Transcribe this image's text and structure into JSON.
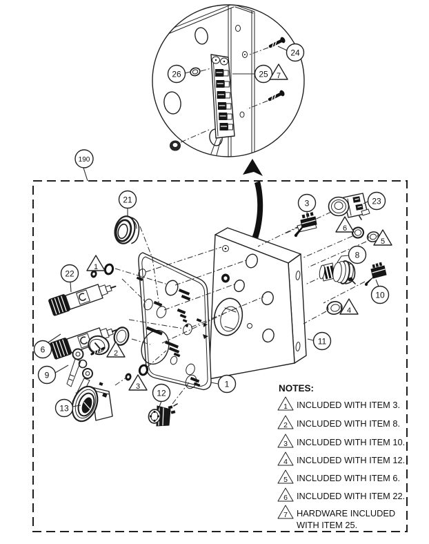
{
  "figure": {
    "type": "exploded-parts-diagram",
    "background": "#ffffff",
    "line_color": "#1f1f1f"
  },
  "callouts": {
    "c1": "1",
    "c3": "3",
    "c6": "6",
    "c8": "8",
    "c9": "9",
    "c10": "10",
    "c11": "11",
    "c12": "12",
    "c13": "13",
    "c21": "21",
    "c22": "22",
    "c23": "23",
    "c24": "24",
    "c25": "25",
    "c26": "26",
    "c190": "190"
  },
  "flags": {
    "t1": "1",
    "t2": "2",
    "t3": "3",
    "t4": "4",
    "t5": "5",
    "t6": "6",
    "t7": "7"
  },
  "notes": {
    "title": "NOTES:",
    "items": [
      {
        "marker": "1",
        "line1": "INCLUDED WITH ITEM 3.",
        "line2": ""
      },
      {
        "marker": "2",
        "line1": "INCLUDED WITH ITEM 8.",
        "line2": ""
      },
      {
        "marker": "3",
        "line1": "INCLUDED WITH ITEM 10.",
        "line2": ""
      },
      {
        "marker": "4",
        "line1": "INCLUDED WITH ITEM 12.",
        "line2": ""
      },
      {
        "marker": "5",
        "line1": "INCLUDED WITH ITEM 6.",
        "line2": ""
      },
      {
        "marker": "6",
        "line1": "INCLUDED WITH ITEM 22.",
        "line2": ""
      },
      {
        "marker": "7",
        "line1": "HARDWARE INCLUDED",
        "line2": "WITH ITEM 25."
      }
    ]
  }
}
